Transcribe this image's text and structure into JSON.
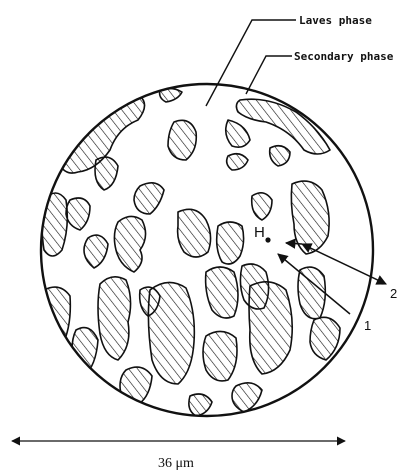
{
  "labels": {
    "laves_phase": "Laves phase",
    "secondary_phase": "Secondary phase",
    "point_h": "H",
    "arrow_1": "1",
    "arrow_2": "2",
    "scale": "36 μm"
  },
  "colors": {
    "ink": "#111111",
    "background": "#ffffff"
  }
}
